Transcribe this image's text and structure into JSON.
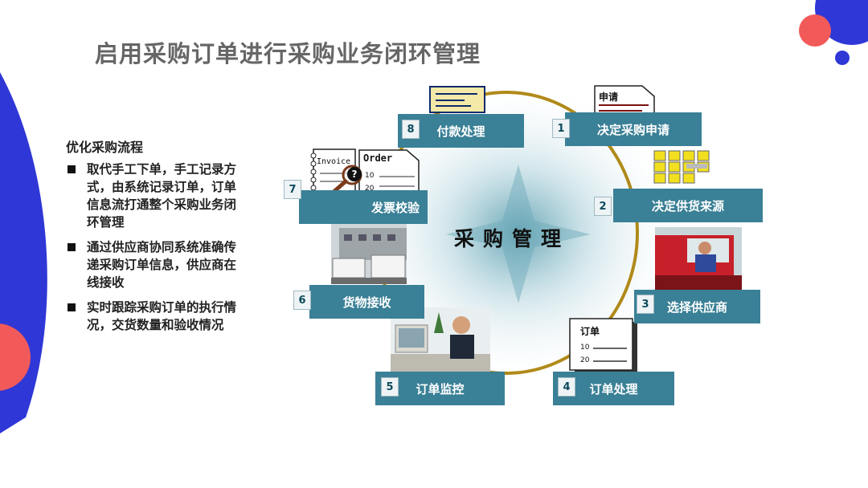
{
  "title": "启用采购订单进行采购业务闭环管理",
  "left_panel": {
    "heading": "优化采购流程",
    "bullets": [
      "取代手工下单，手工记录方式，由系统记录订单，订单信息流打通整个采购业务闭环管理",
      "通过供应商协同系统准确传递采购订单信息，供应商在线接收",
      "实时跟踪采购订单的执行情况，交货数量和验收情况"
    ]
  },
  "cycle": {
    "center_label": "采购管理",
    "steps": [
      {
        "num": "1",
        "label": "决定采购申请"
      },
      {
        "num": "2",
        "label": "决定供货来源"
      },
      {
        "num": "3",
        "label": "选择供应商"
      },
      {
        "num": "4",
        "label": "订单处理"
      },
      {
        "num": "5",
        "label": "订单监控"
      },
      {
        "num": "6",
        "label": "货物接收"
      },
      {
        "num": "7",
        "label": "发票校验"
      },
      {
        "num": "8",
        "label": "付款处理"
      }
    ]
  },
  "icons": {
    "request_doc": {
      "text": "申请"
    },
    "invoice_doc": {
      "text": "Invoice",
      "mark": "?"
    },
    "order_doc": {
      "text": "Order",
      "line1": "10",
      "line2": "20"
    },
    "order_cn_doc": {
      "text": "订单",
      "line1": "10",
      "line2": "20"
    }
  },
  "colors": {
    "box": "#3a8096",
    "ring": "#b08a1a",
    "accent_blue": "#2f37d6",
    "accent_red": "#f25a5a"
  }
}
